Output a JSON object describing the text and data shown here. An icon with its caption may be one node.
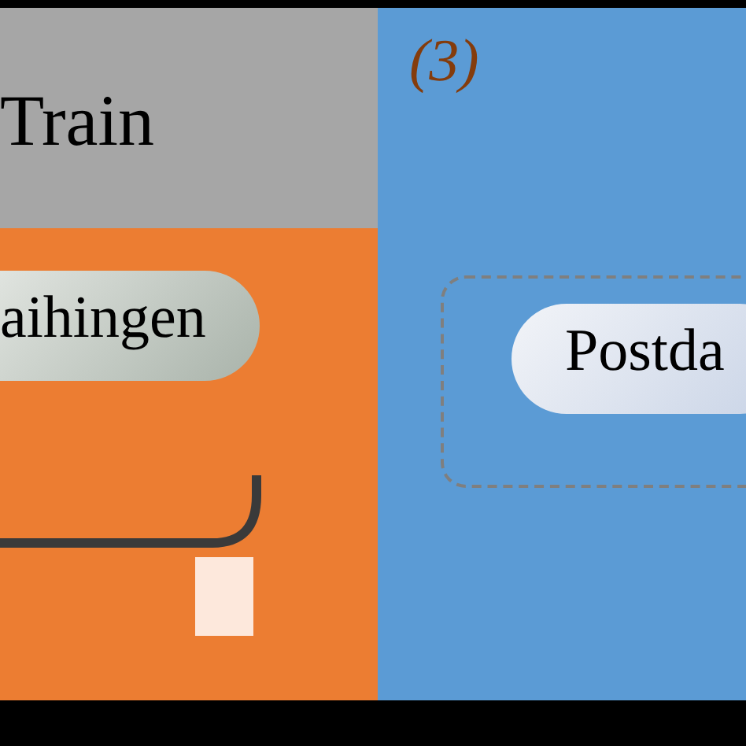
{
  "diagram": {
    "nodes": [
      {
        "text": [
          "Train"
        ]
      },
      {
        "text": [
          "aihingen"
        ]
      },
      {
        "text": [
          "(3)"
        ]
      },
      {
        "text": [],
        "shape": "box",
        "in": 2
      },
      {
        "text": [
          "Postda"
        ],
        "in": 3
      }
    ]
  }
}
